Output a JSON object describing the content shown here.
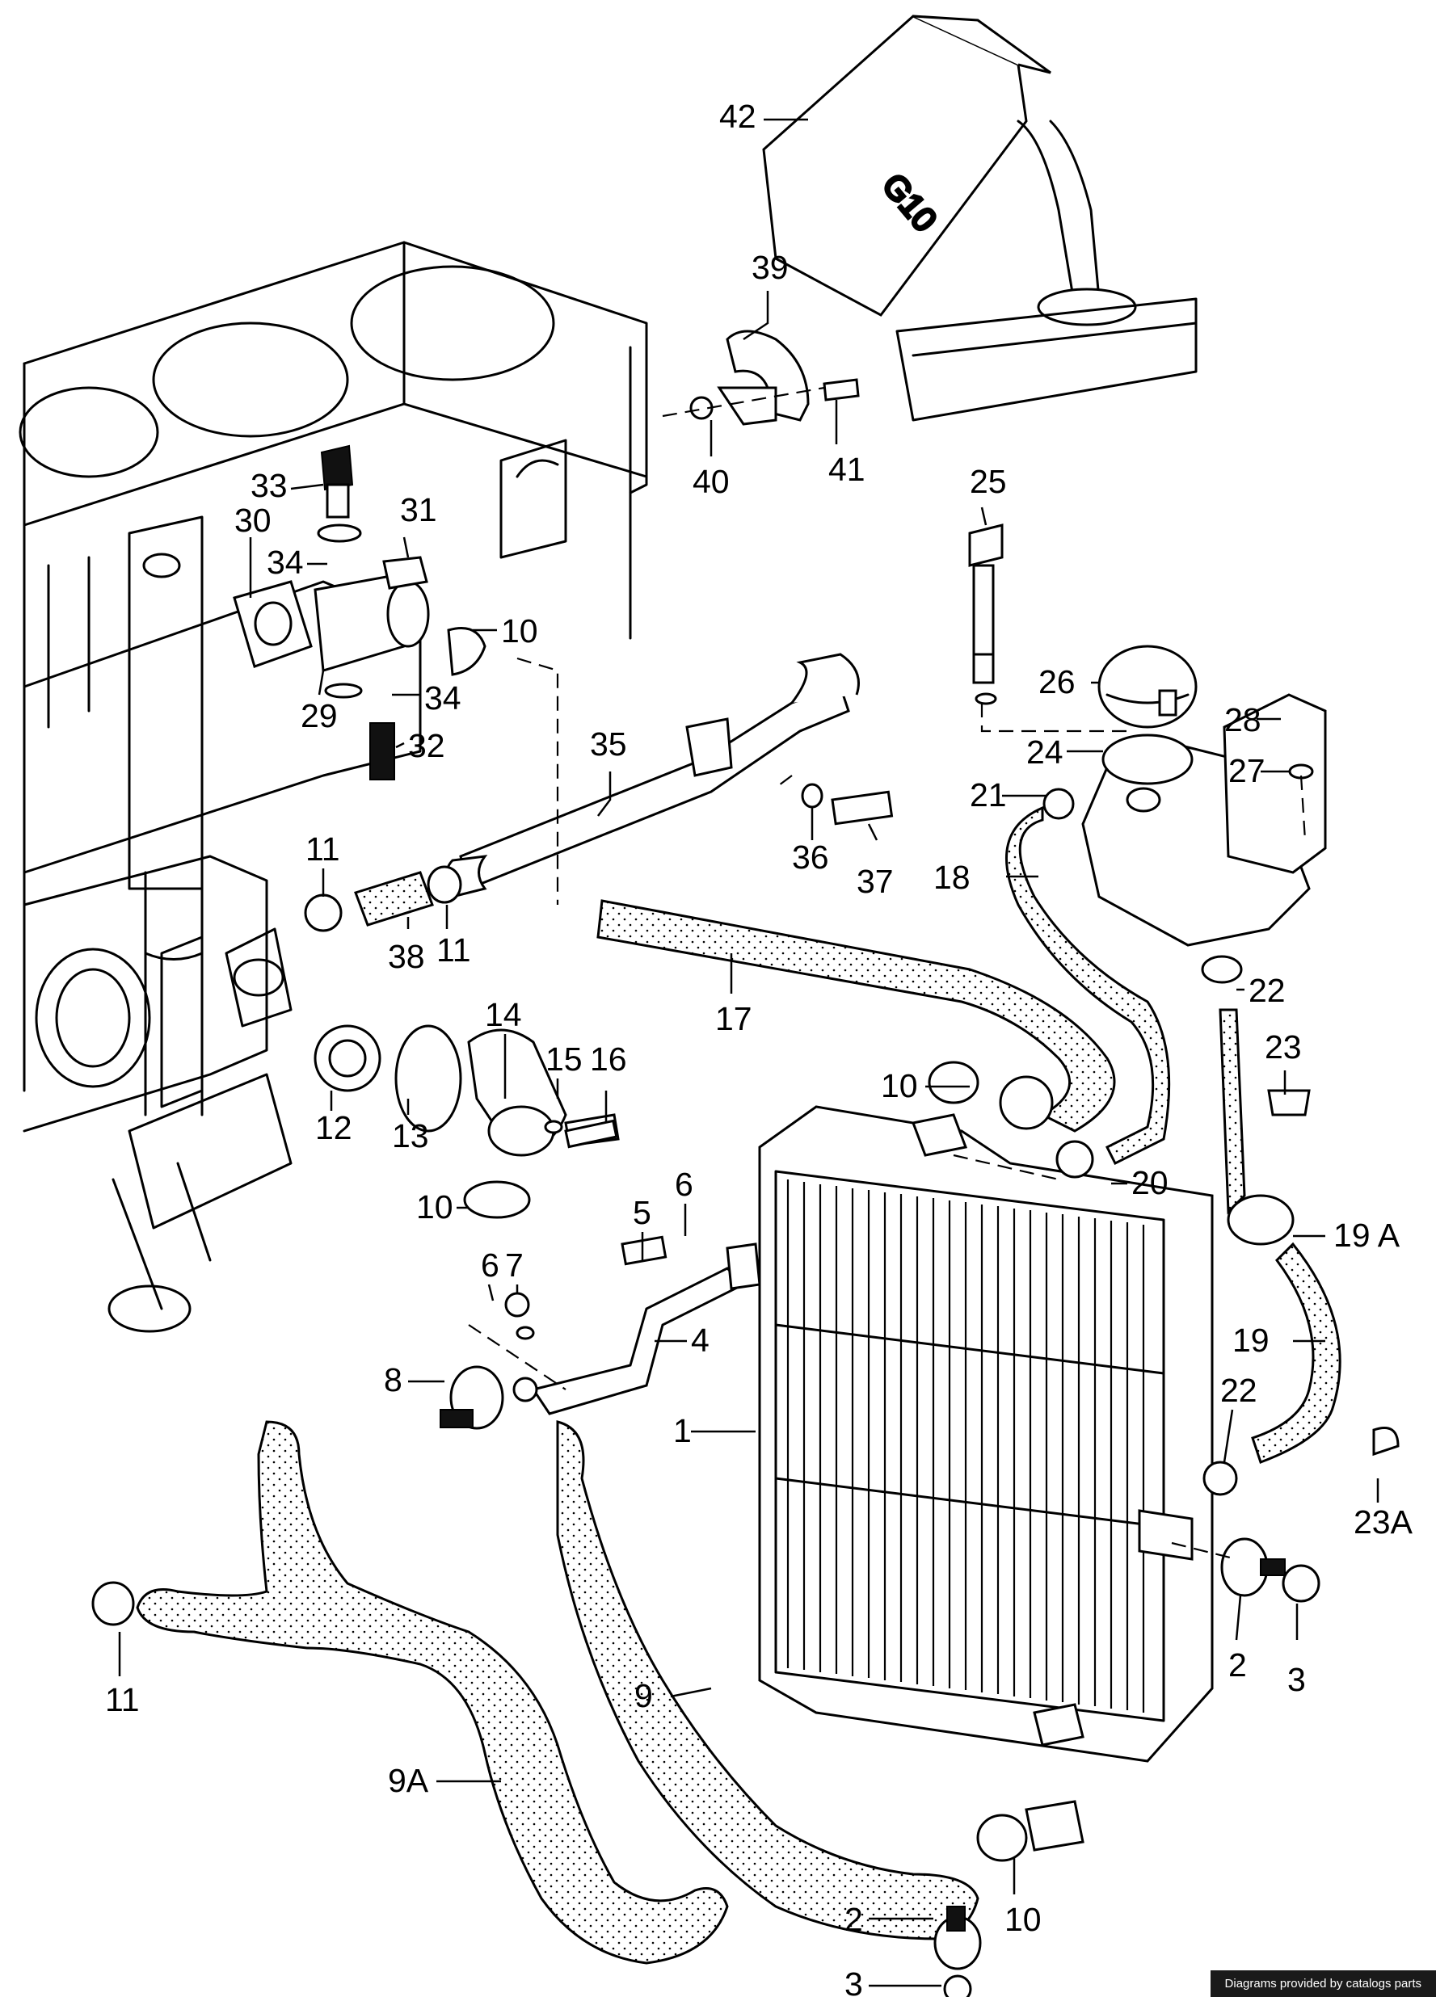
{
  "diagram": {
    "part_labels": {
      "p42": "42",
      "p39": "39",
      "p40": "40",
      "p41": "41",
      "p33": "33",
      "p31": "31",
      "p30": "30",
      "p34a": "34",
      "p10a": "10",
      "p29": "29",
      "p34b": "34",
      "p32": "32",
      "p25": "25",
      "p26": "26",
      "p28": "28",
      "p24": "24",
      "p27": "27",
      "p21": "21",
      "p35": "35",
      "p36": "36",
      "p37": "37",
      "p18": "18",
      "p11a": "11",
      "p38": "38",
      "p11b": "11",
      "p22a": "22",
      "p14": "14",
      "p15": "15",
      "p16": "16",
      "p17": "17",
      "p23": "23",
      "p12": "12",
      "p13": "13",
      "p10b": "10",
      "p20": "20",
      "p5": "5",
      "p6a": "6",
      "p10c": "10",
      "p19a": "19 A",
      "p6b": "6",
      "p7": "7",
      "p4": "4",
      "p19": "19",
      "p8": "8",
      "p22b": "22",
      "p1": "1",
      "p23a": "23A",
      "p2a": "2",
      "p3a": "3",
      "p11c": "11",
      "p9": "9",
      "p9a": "9A",
      "p2b": "2",
      "p10d": "10",
      "p3b": "3"
    },
    "canister_marking": "G10"
  },
  "footer": {
    "credit": "Diagrams provided by catalogs parts"
  }
}
